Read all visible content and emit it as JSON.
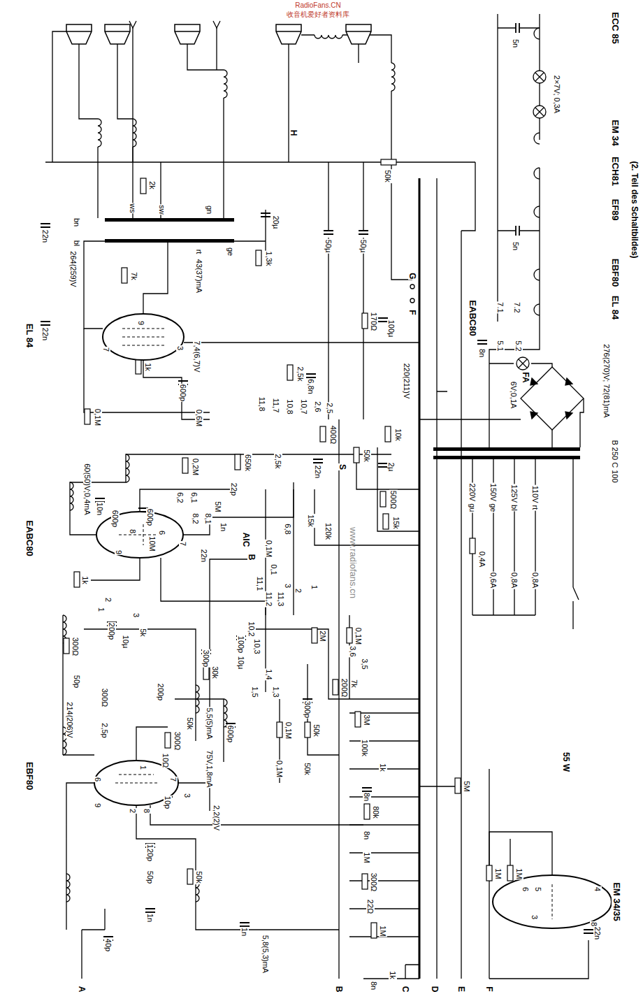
{
  "diagram": {
    "labels": [
      "RadioFans.CN",
      "收音机爱好者资料库",
      "EL 84",
      "EABC80",
      "EBF80",
      "EM 34/35",
      "ECC 85",
      "5n",
      "2×7V; 0,3A",
      "EM 34",
      "ECH81",
      "EF89",
      "5n",
      "EBF80",
      "EL 84",
      "(2. Teil des Schaltbildes)",
      "EABC80",
      "8n",
      "7.1",
      "7.2",
      "5.1",
      "5.2",
      "FA",
      "6V;0,1A",
      "276(270)V; 72(81)mA",
      "B 250 C 100",
      "220V gu",
      "150V ge",
      "125V bl",
      "110V rt",
      "0,4A",
      "0,6A",
      "0,8A",
      "0,8A",
      "55 W",
      "G",
      "F",
      "H",
      "bn",
      "bl",
      "ws",
      "sw",
      "gn",
      "rt",
      "ge",
      "2k",
      "22n",
      "264(259)V",
      "7k",
      "22n",
      "43(37)mA",
      "7,4(6,7)V",
      "9",
      "7",
      "3",
      "1k",
      "600p",
      "0,6M",
      "0,1M",
      "20µ",
      "1,3k",
      "50µ",
      "50µ",
      "50k",
      "100µ",
      "170Ω",
      "220(211)V",
      "2,5k",
      "6,8n",
      "11,8",
      "11,7",
      "10,8",
      "10,7",
      "2,6",
      "2,5",
      "400Ω",
      "10k",
      "0,2M",
      "6,2",
      "6,1",
      "8,2",
      "8,1",
      "650k",
      "2,5k",
      "22n",
      "S",
      "50k",
      "2µ",
      "500Ω",
      "15k",
      "22p",
      "1n",
      "5M",
      "22n",
      "AIC",
      "B",
      "0,1M",
      "6,8",
      "0,1",
      "15k",
      "120k",
      "60(50)V;0,4mA",
      "10n",
      "600p",
      "600p",
      "10M",
      "8",
      "6",
      "9",
      "7",
      "1k",
      "2",
      "1",
      "3",
      "11,1",
      "11,2",
      "11,3",
      "3",
      "2",
      "1",
      "2M",
      "0,1M",
      "10,2",
      "10,3",
      "3,6",
      "3,5",
      "200Ω",
      "7k",
      "1,4",
      "1,3",
      "1,5",
      "300p",
      "50k",
      "0,1M",
      "600p",
      "300Ω",
      "50p",
      "200p",
      "10µ",
      "5k",
      "300p",
      "30k",
      "100p",
      "10µ",
      "300Ω",
      "200p",
      "50k",
      "300Ω",
      "10Ω",
      "214(206)V",
      "2,5p",
      "10p",
      "75V,1,8mA",
      "5,5(5)mA",
      "2,2(2)V",
      "6",
      "1",
      "7",
      "9",
      "2",
      "8",
      "3",
      "120p",
      "50p",
      "50k",
      "1n",
      "40p",
      "1n",
      "5,8(5,3)mA",
      "0,1M",
      "50k",
      "3M",
      "100k",
      "1k",
      "8n",
      "80k",
      "8n",
      "1M",
      "300Ω",
      "22Ω",
      "1M",
      "8n",
      "1k",
      "5M",
      "22n",
      "1M",
      "1M",
      "6",
      "5",
      "3",
      "4",
      "8",
      "A",
      "B",
      "C",
      "D",
      "E",
      "F",
      "www.radiofans.cn"
    ]
  }
}
